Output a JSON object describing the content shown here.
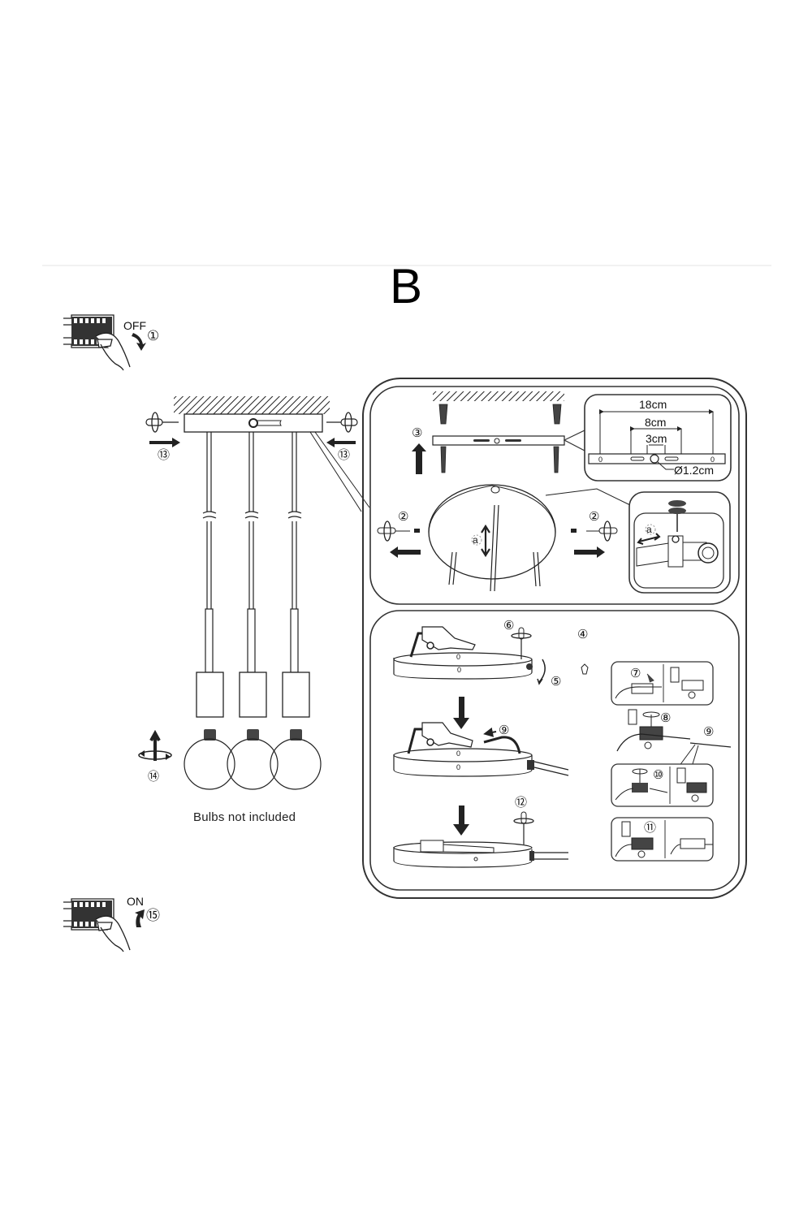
{
  "section_label": "B",
  "steps": {
    "power_off": {
      "number": "①",
      "label": "OFF"
    },
    "remove_screws": {
      "number": "②"
    },
    "mount_bracket": {
      "number": "③"
    },
    "cap": {
      "number": "④"
    },
    "unscrew_gland": {
      "number": "⑤"
    },
    "open_screw": {
      "number": "⑥"
    },
    "open_terminal": {
      "number": "⑦"
    },
    "tighten_terminal": {
      "number": "⑧"
    },
    "connect_wires": {
      "number": "⑨"
    },
    "screw_wires": {
      "number": "⑩"
    },
    "close_terminal": {
      "number": "⑪"
    },
    "fasten_cover": {
      "number": "⑫"
    },
    "fasten_canopy": {
      "number": "⑬"
    },
    "install_bulb": {
      "number": "⑭"
    },
    "power_on": {
      "number": "⑮",
      "label": "ON"
    }
  },
  "bracket_dimensions": {
    "total": "18cm",
    "middle": "8cm",
    "inner": "3cm",
    "hole_diameter": "Ø1.2cm",
    "hole_marks": [
      "0",
      "0"
    ]
  },
  "detail_label": "a",
  "canopy_marks": [
    "0",
    "0"
  ],
  "caption": "Bulbs not included"
}
